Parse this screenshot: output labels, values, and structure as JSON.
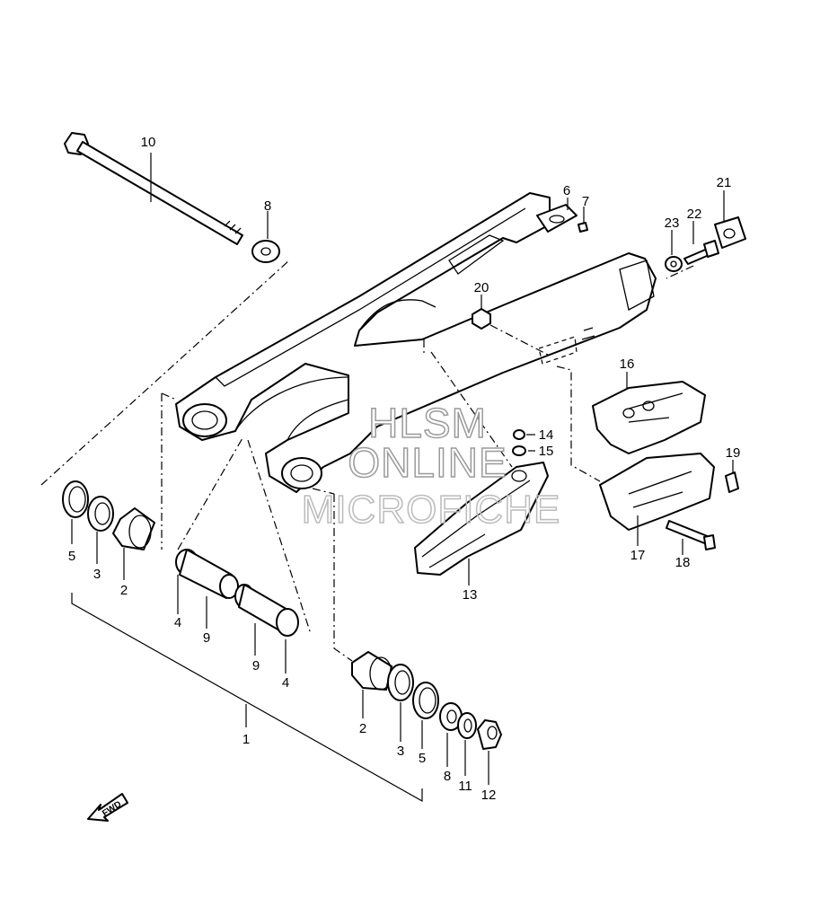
{
  "callouts": {
    "c1": "1",
    "c2a": "2",
    "c2b": "2",
    "c3a": "3",
    "c3b": "3",
    "c4a": "4",
    "c4b": "4",
    "c5a": "5",
    "c5b": "5",
    "c6": "6",
    "c7": "7",
    "c8a": "8",
    "c8b": "8",
    "c9a": "9",
    "c9b": "9",
    "c10": "10",
    "c11": "11",
    "c12": "12",
    "c13": "13",
    "c14": "14",
    "c15": "15",
    "c16": "16",
    "c17": "17",
    "c18": "18",
    "c19": "19",
    "c20": "20",
    "c21": "21",
    "c22": "22",
    "c23": "23"
  },
  "watermark": {
    "line1": "HLSM",
    "line2": "ONLINE",
    "line3": "MICROFICHE"
  },
  "direction_label": "FWD"
}
